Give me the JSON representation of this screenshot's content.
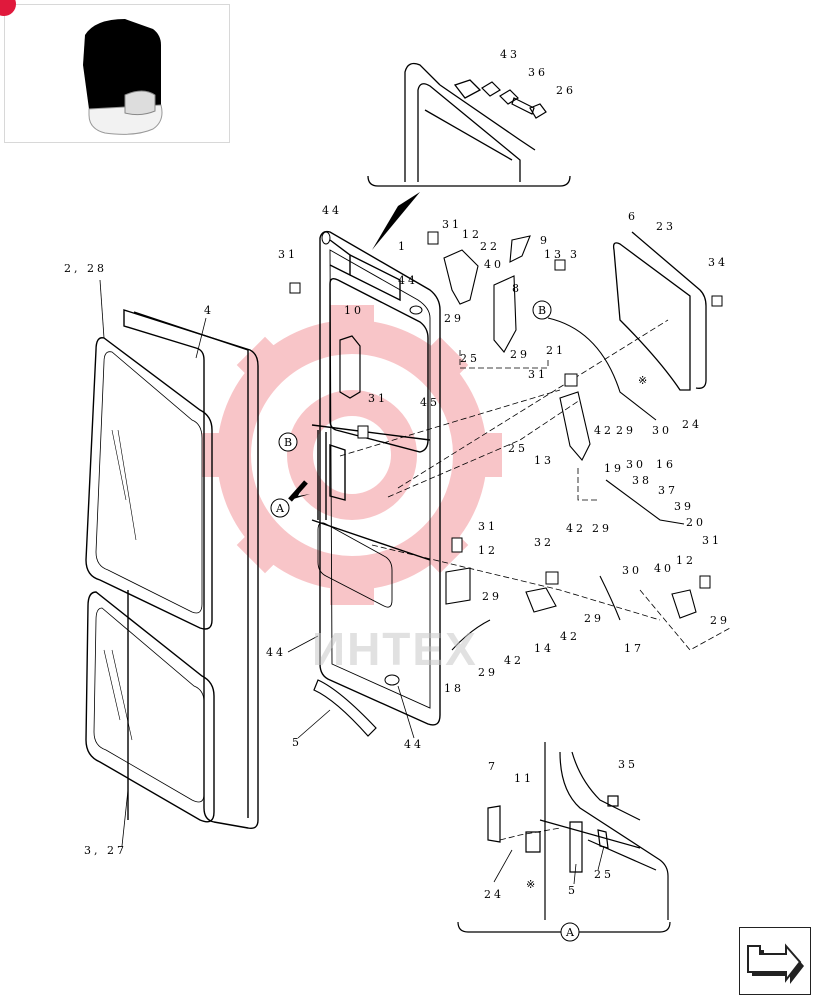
{
  "labels": {
    "p43": "43",
    "p36": "36",
    "p26": "26",
    "p44_top": "44",
    "p1": "1",
    "p31_a": "31",
    "p12_a": "12",
    "p9": "9",
    "p22": "22",
    "p40_a": "40",
    "p13_a": "13",
    "p3": "3",
    "p8": "8",
    "p6": "6",
    "p23": "23",
    "p34": "34",
    "p2_28": "2, 28",
    "p4": "4",
    "p31_left": "31",
    "p44_mid": "44",
    "p10": "10",
    "p29_a": "29",
    "p25_a": "25",
    "p29_b": "29",
    "p21": "21",
    "p31_b": "31",
    "p45": "45",
    "p31_c": "31",
    "p42_a": "42",
    "p29_c": "29",
    "p30_a": "30",
    "p24_a": "24",
    "p25_b": "25",
    "p13_b": "13",
    "p30_b": "30",
    "p16": "16",
    "p19": "19",
    "p38": "38",
    "p37": "37",
    "p39": "39",
    "p20": "20",
    "p42_b": "42",
    "p29_d": "29",
    "p31_d": "31",
    "p12_b": "12",
    "p32": "32",
    "p29_e": "29",
    "p30_c": "30",
    "p40_b": "40",
    "p12_c": "12",
    "p31_e": "31",
    "p29_f": "29",
    "p44_low": "44",
    "p29_g": "29",
    "p42_c": "42",
    "p14": "14",
    "p42_d": "42",
    "p29_h": "29",
    "p17": "17",
    "p18": "18",
    "p5_main": "5",
    "p44_bottom": "44",
    "p3_27": "3, 27",
    "p7": "7",
    "p11": "11",
    "p35": "35",
    "p5_det": "5",
    "p25_c": "25",
    "p24_b": "24"
  },
  "callouts": {
    "B_top": "B",
    "B_left": "B",
    "A_left": "A",
    "A_detail": "A"
  },
  "symbols": {
    "asterisk": "※"
  },
  "watermark": {
    "text": "ИНТЕХ",
    "color": "#e8323c"
  },
  "icons": {
    "nav": "navigate-arrow-icon",
    "thumb": "machine-thumbnail-icon"
  }
}
